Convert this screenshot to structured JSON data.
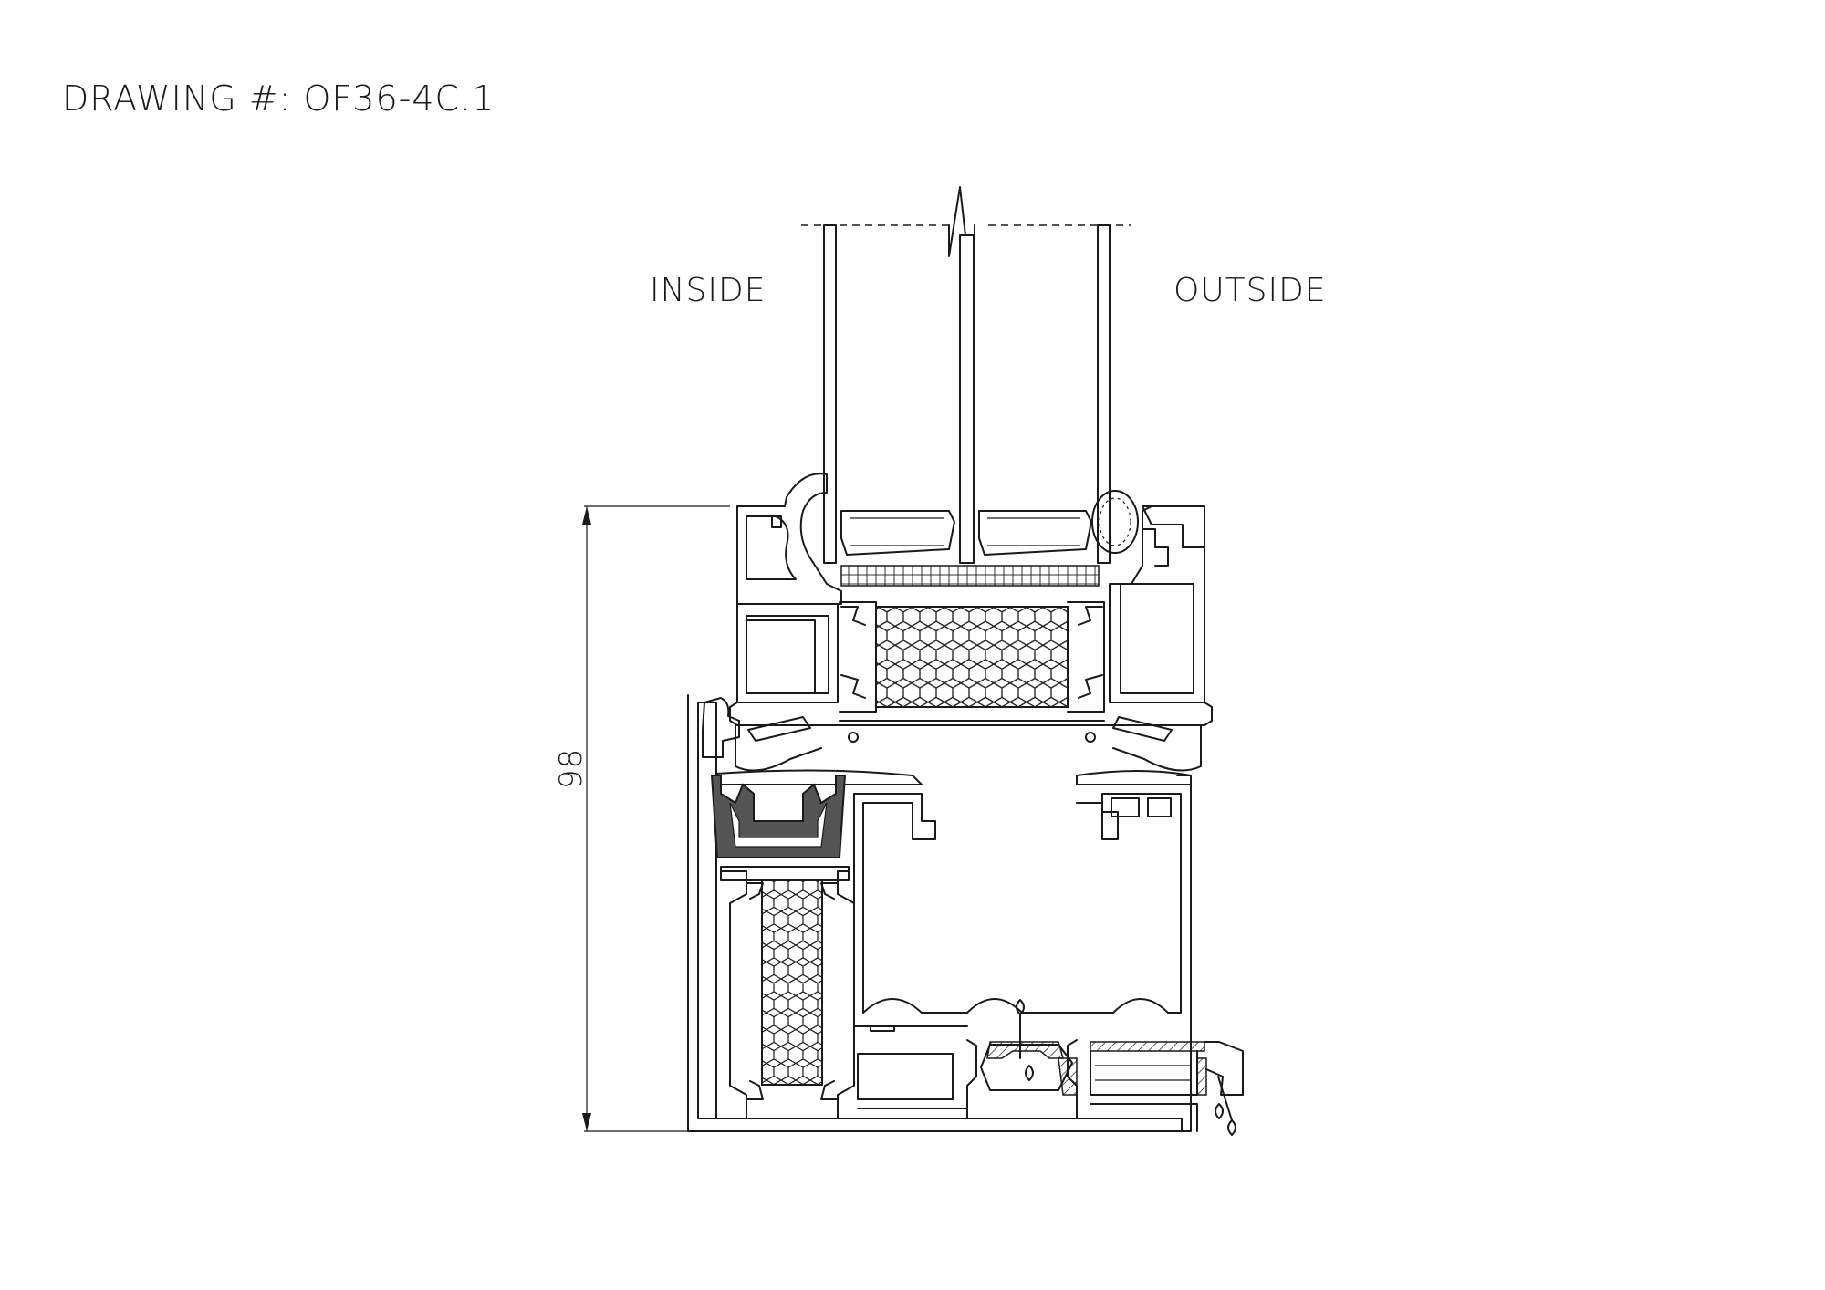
{
  "drawing": {
    "title": "DRAWING #: OF36-4C.1",
    "inside_label": "INSIDE",
    "outside_label": "OUTSIDE",
    "dimension_value": "98"
  },
  "colors": {
    "line": "#1a1a1a",
    "gasket_fill": "#555555",
    "background": "#ffffff"
  }
}
